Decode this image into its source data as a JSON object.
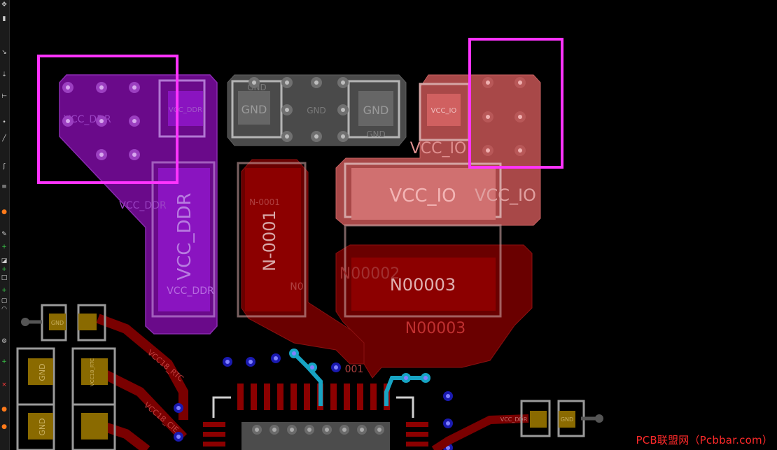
{
  "toolbar": {
    "tools": [
      "select-icon",
      "highlight-icon",
      "route-icon",
      "drag-icon",
      "measure-icon",
      "pin-icon",
      "line-icon",
      "hook-icon",
      "menu-icon",
      "flame-icon",
      "pencil-icon",
      "add-icon",
      "fill-icon",
      "plus-icon",
      "square-icon",
      "plus-icon",
      "box-icon",
      "arc-icon",
      "gear-icon",
      "add-icon",
      "delete-icon",
      "flame-icon",
      "flame-icon"
    ]
  },
  "nets": {
    "vcc_ddr": "VCC_DDR",
    "gnd": "GND",
    "vcc_io": "VCC_IO",
    "n0001": "N-0001",
    "n00002": "N00002",
    "n00003": "N00003",
    "vcc18_rtc": "VCC18_RTC",
    "vcc18_cie": "VCC18_CIE",
    "n001_fragment": "001",
    "n00_fragment": "N0"
  },
  "pad_labels": {
    "gnd": "GND",
    "vcc_ddr_small": "VCC_DDR",
    "vcc_io_small": "VCC_IO",
    "vcc18_small": "VCC18_RTC",
    "vcc_ddr_pad": "VCC_DDR"
  },
  "highlight_color": "#ff33ff",
  "watermark": "PCB联盟网（Pcbbar.com）"
}
